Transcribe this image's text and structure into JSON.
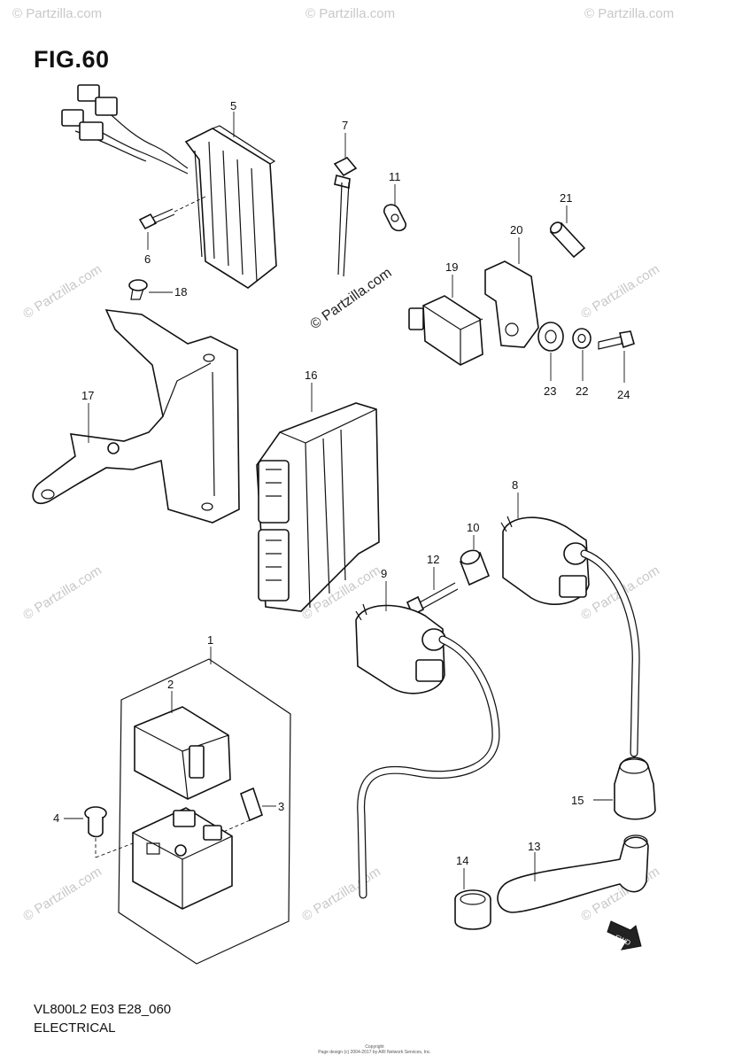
{
  "figure": {
    "title": "FIG.60"
  },
  "footer": {
    "code": "VL800L2 E03 E28_060",
    "section": "ELECTRICAL",
    "copyright_line1": "Copyright",
    "copyright_line2": "Page design (c) 2004-2017 by ARI Network Services, Inc."
  },
  "watermark": {
    "center": "© Partzilla.com",
    "repeat": "© Partzilla.com",
    "corner": "© Partzilla.com"
  },
  "callouts": {
    "p1": "1",
    "p2": "2",
    "p3": "3",
    "p4": "4",
    "p5": "5",
    "p6": "6",
    "p7": "7",
    "p8": "8",
    "p9": "9",
    "p10": "10",
    "p11": "11",
    "p12": "12",
    "p13": "13",
    "p14": "14",
    "p15": "15",
    "p16": "16",
    "p17": "17",
    "p18": "18",
    "p19": "19",
    "p20": "20",
    "p21": "21",
    "p22": "22",
    "p23": "23",
    "p24": "24"
  },
  "direction_badge": "FWD"
}
